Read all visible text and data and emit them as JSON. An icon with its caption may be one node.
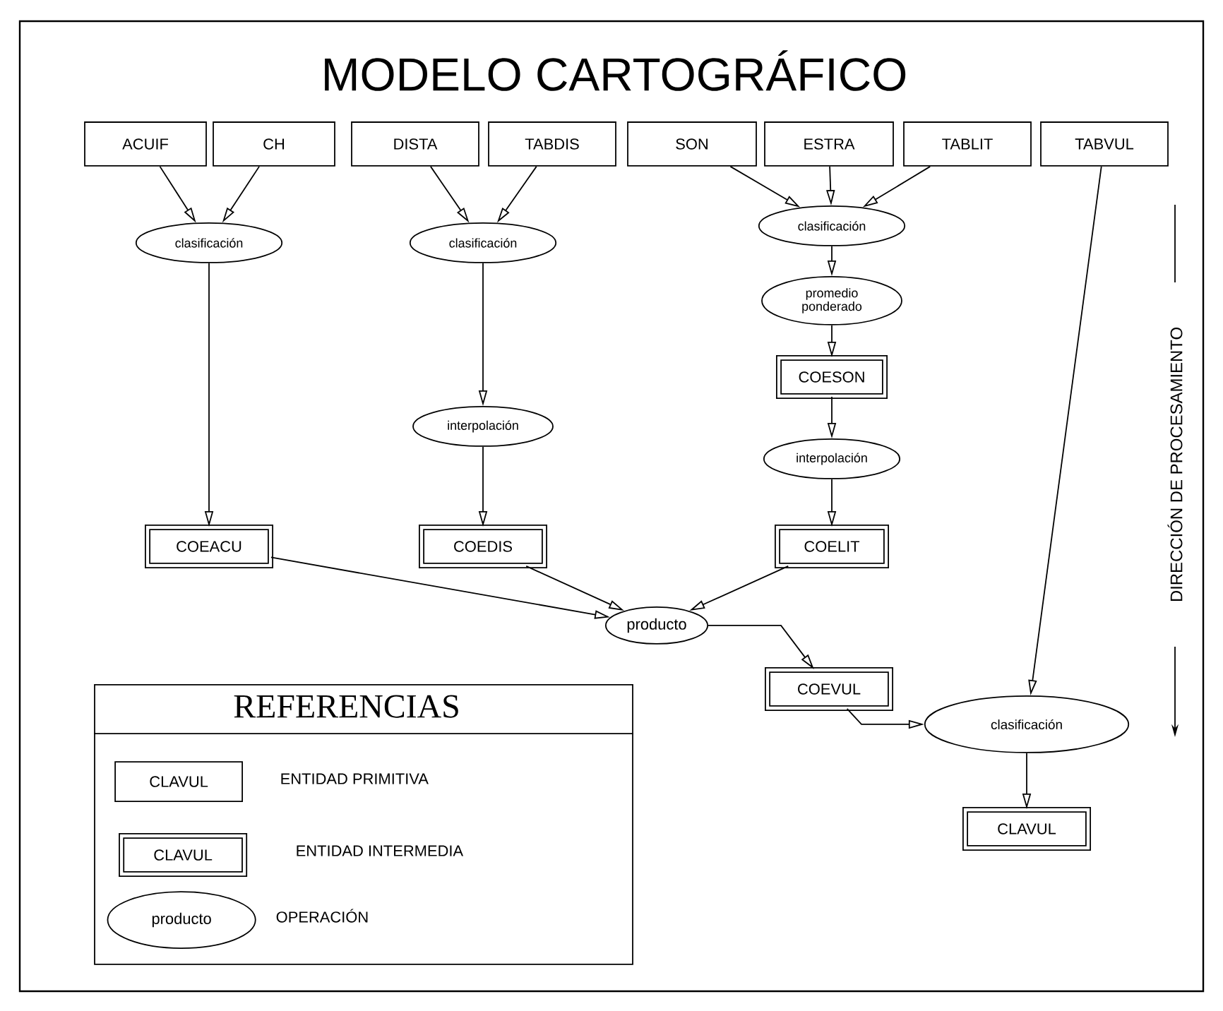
{
  "diagram": {
    "title": "MODELO CARTOGRÁFICO",
    "nodes": [
      {
        "text": [
          "ACUIF"
        ]
      },
      {
        "text": [
          "CH"
        ]
      },
      {
        "text": [
          "DISTA"
        ]
      },
      {
        "text": [
          "TABDIS"
        ]
      },
      {
        "text": [
          "SON"
        ]
      },
      {
        "text": [
          "ESTRA"
        ]
      },
      {
        "text": [
          "TABLIT"
        ]
      },
      {
        "text": [
          "TABVUL"
        ]
      },
      {
        "text": [
          "clasificación"
        ]
      },
      {
        "text": [
          "clasificación"
        ]
      },
      {
        "text": [
          "clasificación"
        ]
      },
      {
        "text": [
          "promedio ponderado"
        ]
      },
      {
        "text": [
          "COESON"
        ]
      },
      {
        "text": [
          "interpolación"
        ]
      },
      {
        "text": [
          "interpolación"
        ]
      },
      {
        "text": [
          "COEACU"
        ]
      },
      {
        "text": [
          "COEDIS"
        ]
      },
      {
        "text": [
          "COELIT"
        ]
      },
      {
        "text": [
          "producto"
        ]
      },
      {
        "text": [
          "COEVUL"
        ]
      },
      {
        "text": [
          "clasificación"
        ]
      },
      {
        "text": [
          "CLAVUL"
        ]
      },
      {
        "text": [
          "REFERENCIAS"
        ]
      },
      {
        "text": [
          "CLAVUL"
        ],
        "beside": [
          "ENTIDAD PRIMITIVA"
        ],
        "in": 22
      },
      {
        "text": [
          "CLAVUL"
        ],
        "beside": [
          "ENTIDAD INTERMEDIA"
        ],
        "in": 22
      },
      {
        "text": [
          "producto"
        ],
        "beside": [
          "OPERACIÓN"
        ],
        "in": 22
      }
    ],
    "edges": [
      {
        "from": 0,
        "to": 8,
        "arrow": "to"
      },
      {
        "from": 1,
        "to": 8,
        "arrow": "to"
      },
      {
        "from": 2,
        "to": 9,
        "arrow": "to"
      },
      {
        "from": 3,
        "to": 9,
        "arrow": "to"
      },
      {
        "from": 4,
        "to": 10,
        "arrow": "to"
      },
      {
        "from": 5,
        "to": 10,
        "arrow": "to"
      },
      {
        "from": 6,
        "to": 10,
        "arrow": "to"
      },
      {
        "from": 10,
        "to": 11,
        "arrow": "to"
      },
      {
        "from": 11,
        "to": 12,
        "arrow": "to"
      },
      {
        "from": 12,
        "to": 13,
        "arrow": "to"
      },
      {
        "from": 8,
        "to": 15,
        "arrow": "to"
      },
      {
        "from": 9,
        "to": 14,
        "arrow": "to"
      },
      {
        "from": 14,
        "to": 16,
        "arrow": "to"
      },
      {
        "from": 13,
        "to": 17,
        "arrow": "to"
      },
      {
        "from": 15,
        "to": 18,
        "arrow": "to"
      },
      {
        "from": 16,
        "to": 18,
        "arrow": "to"
      },
      {
        "from": 17,
        "to": 18,
        "arrow": "to"
      },
      {
        "from": 18,
        "to": 19,
        "arrow": "to"
      },
      {
        "from": 19,
        "to": 20,
        "arrow": "to"
      },
      {
        "from": 7,
        "to": 20,
        "arrow": "to"
      },
      {
        "from": 20,
        "to": 21,
        "arrow": "to"
      }
    ],
    "labels": [
      "DIRECCIÓN DE PROCESAMIENTO"
    ]
  }
}
